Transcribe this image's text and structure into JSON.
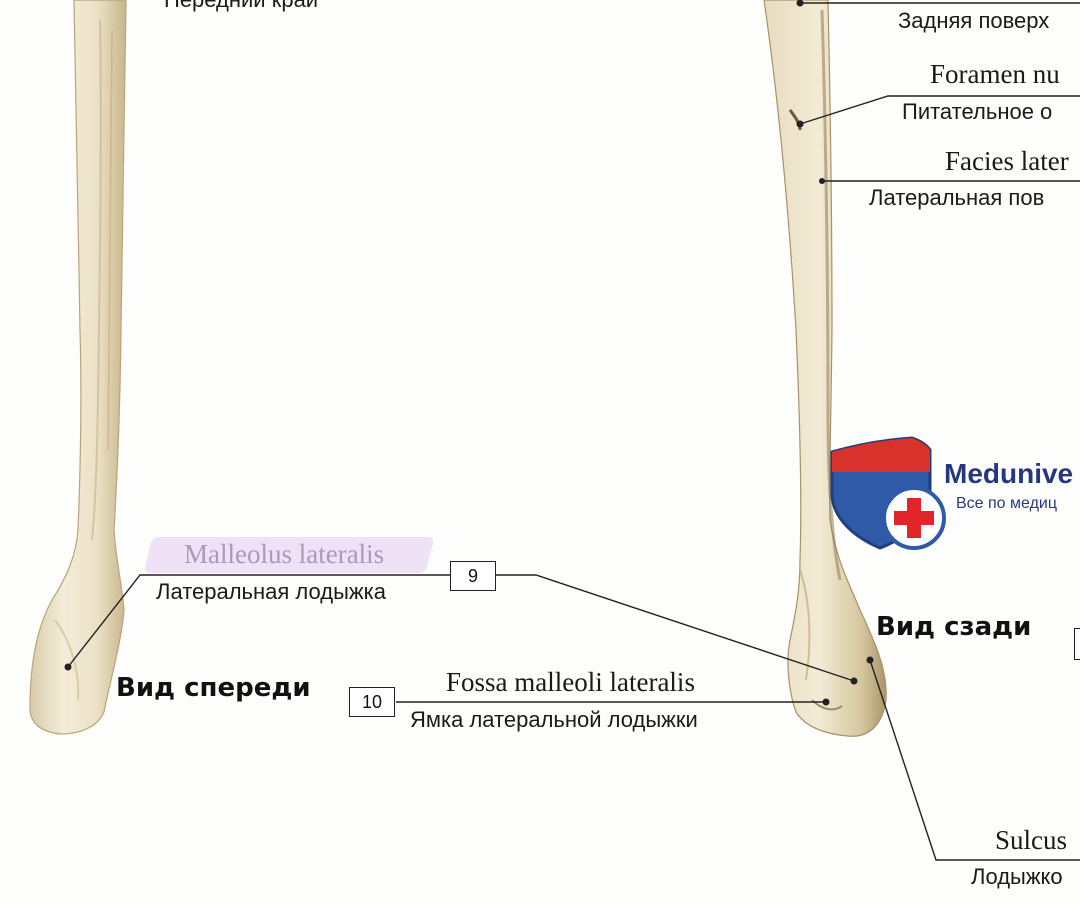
{
  "labels": {
    "top_left_partial": "Передний край",
    "posterior_surface_partial": "Задняя поверх",
    "foramen_latin_partial": "Foramen nu",
    "foramen_rus_partial": "Питательное о",
    "facies_latin_partial": "Facies later",
    "facies_rus_partial": "Латеральная пов",
    "malleolus_latin": "Malleolus lateralis",
    "malleolus_rus": "Латеральная лодыжка",
    "malleolus_number": "9",
    "fossa_latin": "Fossa malleoli lateralis",
    "fossa_rus": "Ямка латеральной лодыжки",
    "fossa_number": "10",
    "sulcus_latin_partial": "Sulcus",
    "sulcus_rus_partial": "Лодыжко"
  },
  "views": {
    "front": "Вид спереди",
    "back": "Вид сзади"
  },
  "watermark": {
    "name": "Medunive",
    "tagline": "Все по медиц",
    "colors": {
      "shield_red": "#d8322c",
      "shield_blue": "#2f5aa8",
      "cross": "#e0262a",
      "text": "#27377f"
    }
  },
  "colors": {
    "bone": "#efe6cf",
    "bone_shadow": "#cdbb92",
    "line": "#222222",
    "highlight": "#efe2f6"
  }
}
